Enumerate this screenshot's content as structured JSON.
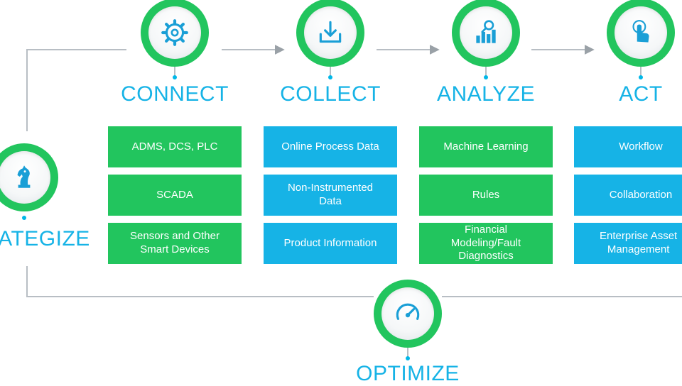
{
  "stages": [
    {
      "label": "CONNECT",
      "icon": "gear-icon"
    },
    {
      "label": "COLLECT",
      "icon": "download-icon"
    },
    {
      "label": "ANALYZE",
      "icon": "analytics-icon"
    },
    {
      "label": "ACT",
      "icon": "touch-icon"
    }
  ],
  "strategize": {
    "label": "ATEGIZE",
    "icon": "chess-knight-icon"
  },
  "optimize": {
    "label": "OPTIMIZE",
    "icon": "gauge-icon"
  },
  "columns": [
    {
      "items": [
        {
          "text": "ADMS, DCS, PLC",
          "color": "green"
        },
        {
          "text": "SCADA",
          "color": "green"
        },
        {
          "text": "Sensors and Other\nSmart Devices",
          "color": "green"
        }
      ]
    },
    {
      "items": [
        {
          "text": "Online Process Data",
          "color": "blue"
        },
        {
          "text": "Non-Instrumented\nData",
          "color": "blue"
        },
        {
          "text": "Product Information",
          "color": "blue"
        }
      ]
    },
    {
      "items": [
        {
          "text": "Machine Learning",
          "color": "green"
        },
        {
          "text": "Rules",
          "color": "green"
        },
        {
          "text": "Financial\nModeling/Fault\nDiagnostics",
          "color": "green"
        }
      ]
    },
    {
      "items": [
        {
          "text": "Workflow",
          "color": "blue"
        },
        {
          "text": "Collaboration",
          "color": "blue"
        },
        {
          "text": "Enterprise Asset\nManagement",
          "color": "blue"
        }
      ]
    }
  ],
  "colors": {
    "green": "#22c55e",
    "blue": "#16b3e6",
    "line": "#b8bec4"
  }
}
